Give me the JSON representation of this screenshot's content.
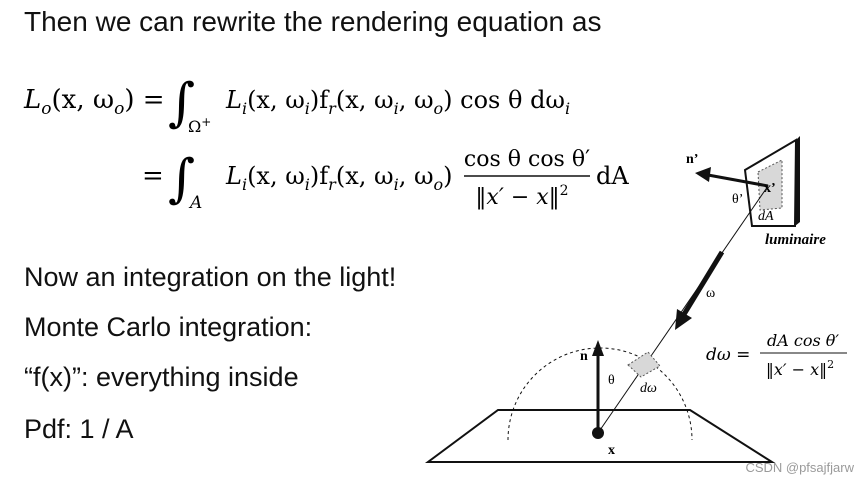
{
  "heading": "Then we can rewrite the rendering equation as",
  "equation": {
    "line1_lhs": "L",
    "line1_lhs_sub": "o",
    "line1_lhs_args": "(x, ω",
    "line1_lhs_args_sub": "o",
    "line1_lhs_close": ") =",
    "integral": "∫",
    "line1_domain": "Ω",
    "line1_domain_sup": "+",
    "line1_integrand": "L",
    "line1_integrand_sub": "i",
    "line1_integrand_rest": "(x, ω",
    "line1_i_sub": "i",
    "line1_fr": ")f",
    "line1_fr_sub": "r",
    "line1_fr_args": "(x, ω",
    "line1_fr_args_sub1": "i",
    "line1_fr_args_mid": ", ω",
    "line1_fr_args_sub2": "o",
    "line1_tail": ") cos θ dω",
    "line1_tail_sub": "i",
    "line2_eq": "=",
    "line2_domain": "A",
    "line2_integrand": "L",
    "line2_integrand_sub": "i",
    "line2_integrand_rest": "(x, ω",
    "line2_i_sub": "i",
    "line2_fr": ")f",
    "line2_fr_sub": "r",
    "line2_fr_args": "(x, ω",
    "line2_fr_args_sub1": "i",
    "line2_fr_args_mid": ", ω",
    "line2_fr_args_sub2": "o",
    "line2_fr_close": ")",
    "line2_numerator": "cos θ cos θ′",
    "line2_denominator": "‖x′ − x‖",
    "line2_denominator_sup": "2",
    "line2_tail": "dA"
  },
  "bullets": [
    "Now an integration on the light!",
    "Monte Carlo integration:",
    "“f(x)”: everything inside",
    "Pdf: 1 / A"
  ],
  "diagram": {
    "label_n_prime": "n’",
    "label_theta_prime": "θ’",
    "label_x_prime": "x’",
    "label_dA": "dA",
    "label_luminaire": "luminaire",
    "label_omega": "ω",
    "label_n": "n",
    "label_theta": "θ",
    "label_domega": "dω",
    "label_x": "x",
    "formula_lhs": "dω =",
    "formula_numerator": "dA cos θ′",
    "formula_denominator": "‖x′ − x‖",
    "formula_denominator_sup": "2"
  },
  "watermark": "CSDN @pfsajfjarw"
}
